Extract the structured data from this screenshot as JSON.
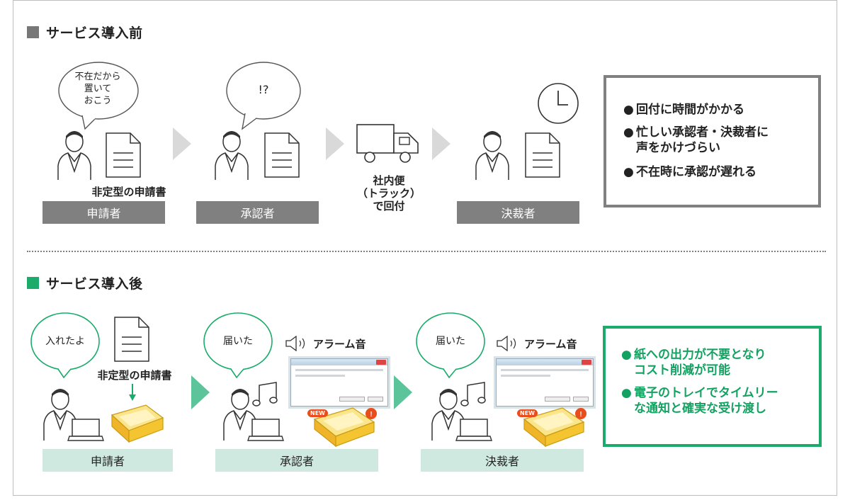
{
  "before": {
    "title": "サービス導入前",
    "marker_color": "#777777",
    "roles": [
      "申請者",
      "承認者",
      "決裁者"
    ],
    "bubble1": [
      "不在だから",
      "置いて",
      "おこう"
    ],
    "bubble2": "!?",
    "doc_caption": "非定型の申請書",
    "truck_caption": [
      "社内便",
      "（トラック）",
      "で回付"
    ],
    "issues": [
      "回付に時間がかかる",
      "忙しい承認者・決裁者に",
      "声をかけづらい",
      "不在時に承認が遅れる"
    ]
  },
  "after": {
    "title": "サービス導入後",
    "marker_color": "#1bab6b",
    "roles": [
      "申請者",
      "承認者",
      "決裁者"
    ],
    "bubble1": "入れたよ",
    "bubble2": "届いた",
    "bubble3": "届いた",
    "doc_caption": "非定型の申請書",
    "alarm": "アラーム音",
    "new_badge": "NEW",
    "benefits": [
      "紙への出力が不要となり",
      "コスト削減が可能",
      "電子のトレイでタイムリー",
      "な通知と確実な受け渡し"
    ]
  },
  "colors": {
    "gray": "#808080",
    "green": "#1bab6b",
    "light_green": "#cfe9e1",
    "arrow_gray": "#d9d9d9",
    "arrow_green": "#5cc49a",
    "tray": "#f5c531"
  }
}
